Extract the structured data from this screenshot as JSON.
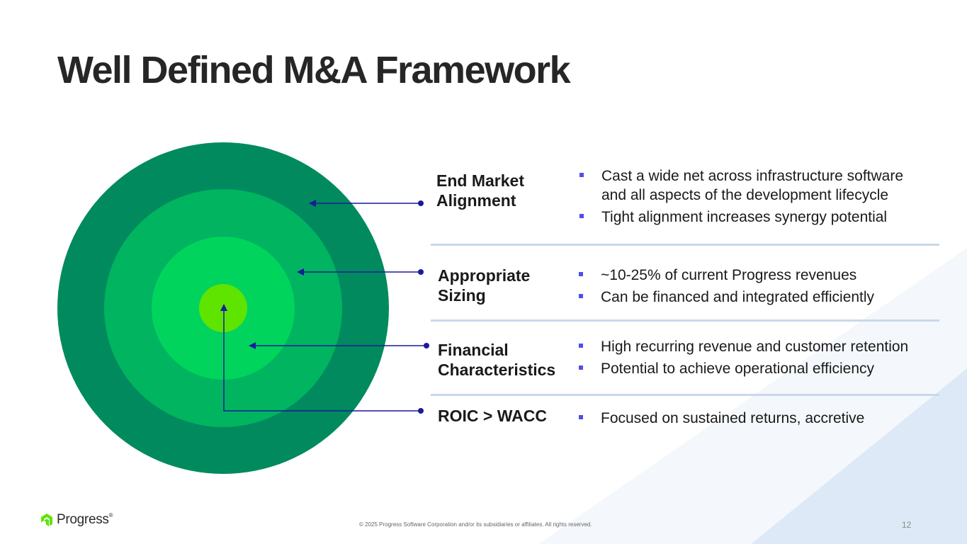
{
  "slide": {
    "title": "Well Defined M&A Framework",
    "footer": "© 2025 Progress Software Corporation and/or its subsidiaries or affiliates. All rights reserved.",
    "page_number": "12"
  },
  "brand": {
    "logo_text": "Progress",
    "logo_mark": "®"
  },
  "colors": {
    "ring_outer": "#008a5e",
    "ring_second": "#00b460",
    "ring_third": "#00d45c",
    "center": "#5fe400",
    "arrow": "#1a1a9c",
    "bullet": "#4f4fe8",
    "divider": "#c9d8ea"
  },
  "criteria": [
    {
      "label_lines": [
        "End Market",
        "Alignment"
      ],
      "bullets": [
        [
          "Cast a wide net across infrastructure software",
          "and all aspects of the development lifecycle"
        ],
        [
          "Tight alignment increases synergy potential"
        ]
      ]
    },
    {
      "label_lines": [
        "Appropriate",
        "Sizing"
      ],
      "bullets": [
        [
          "~10-25% of current Progress revenues"
        ],
        [
          "Can be financed and integrated efficiently"
        ]
      ]
    },
    {
      "label_lines": [
        "Financial",
        "Characteristics"
      ],
      "bullets": [
        [
          "High recurring revenue and customer retention"
        ],
        [
          "Potential to achieve operational efficiency"
        ]
      ]
    },
    {
      "label_lines": [
        "ROIC > WACC"
      ],
      "bullets": [
        [
          "Focused on sustained returns, accretive"
        ]
      ]
    }
  ]
}
